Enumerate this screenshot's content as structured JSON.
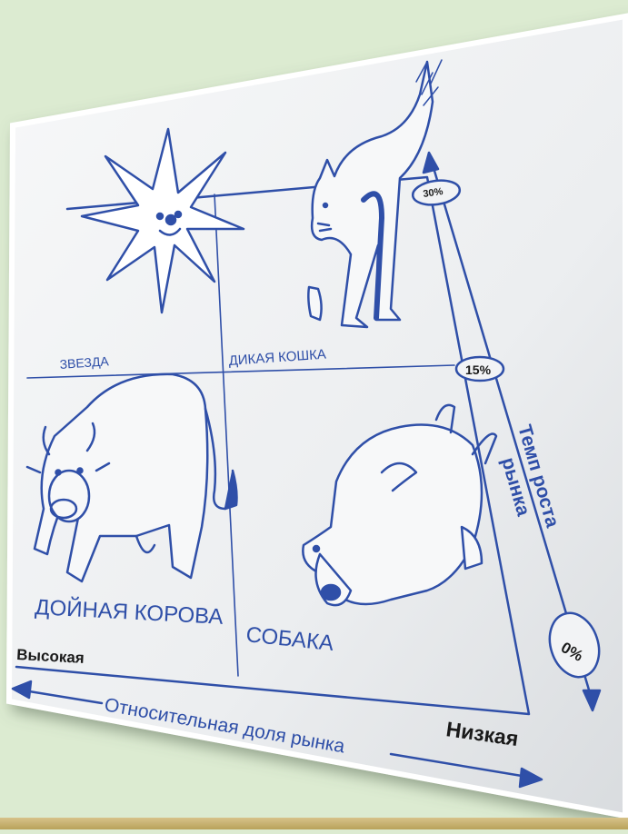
{
  "quadrants": {
    "star": "ЗВЕЗДА",
    "wildcat": "ДИКАЯ КОШКА",
    "cow": "ДОЙНАЯ КОРОВА",
    "dog": "СОБАКА"
  },
  "axes": {
    "x_label": "Относительная доля рынка",
    "x_high": "Высокая",
    "x_low": "Низкая",
    "y_label_line1": "Темп роста",
    "y_label_line2": "рынка",
    "ticks": [
      "30%",
      "15%",
      "0%"
    ]
  },
  "colors": {
    "ink": "#2f4fa8",
    "background": "#dcebd1",
    "card": "#eef0f2"
  }
}
